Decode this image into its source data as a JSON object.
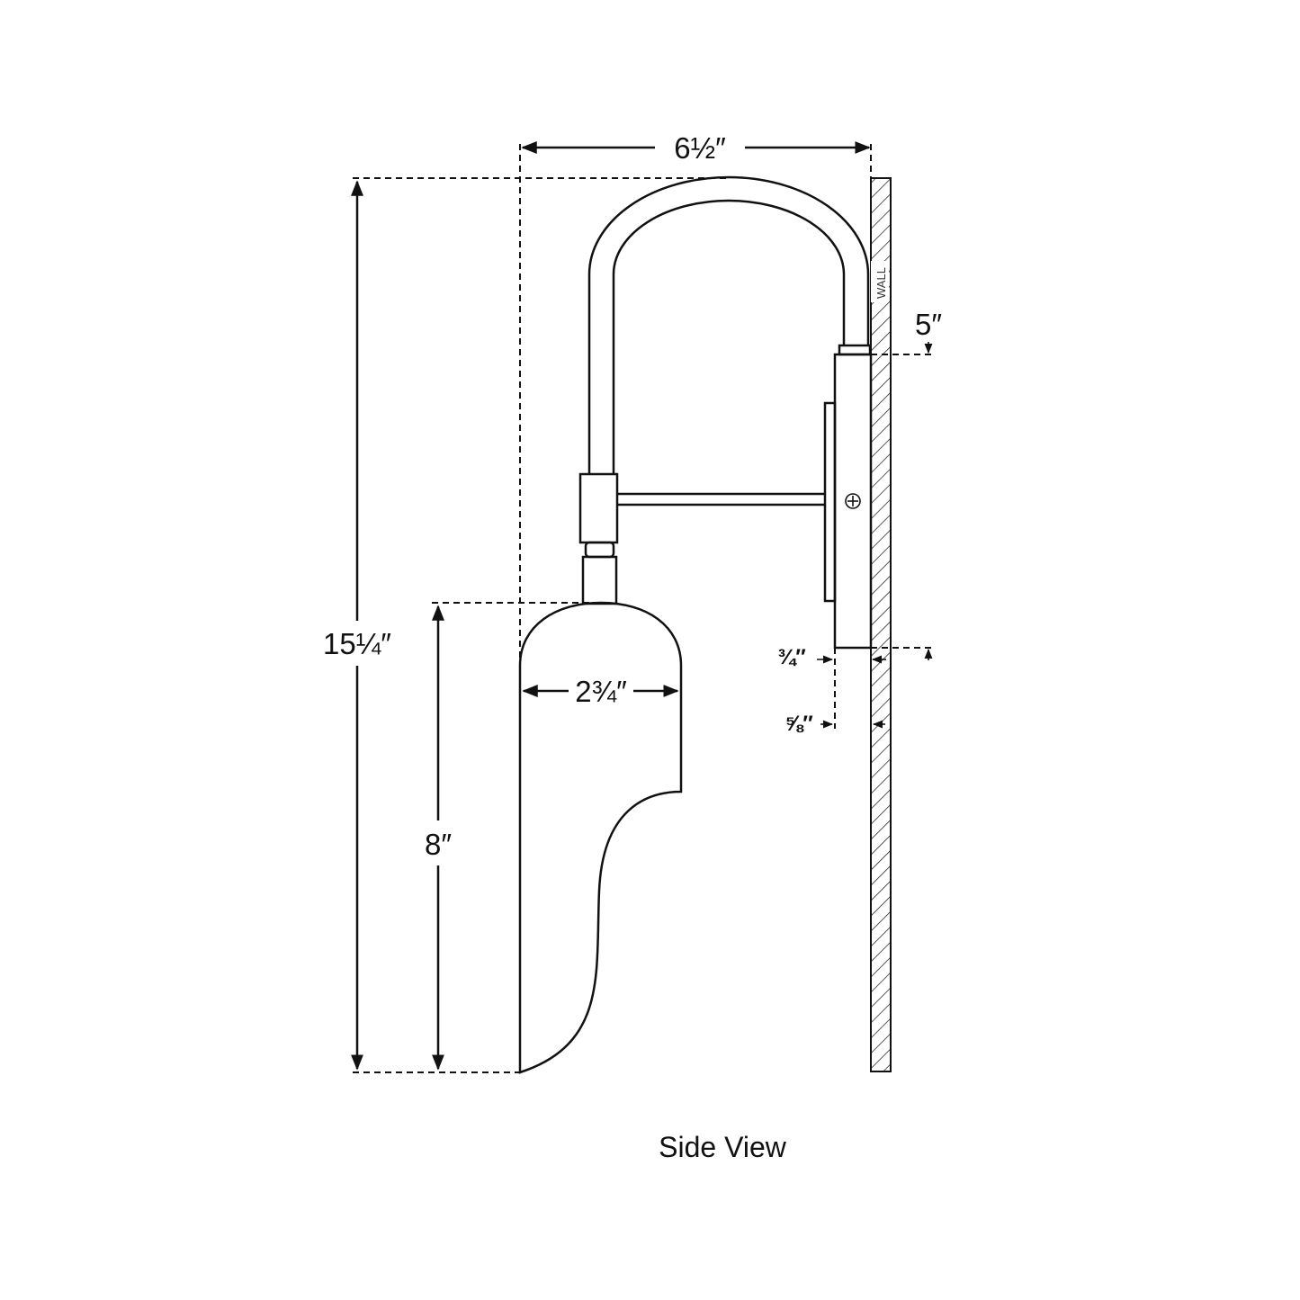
{
  "caption": "Side View",
  "wall_label": "WALL",
  "dimensions": {
    "width": "6½″",
    "height": "15¼″",
    "shade_height": "8″",
    "shade_width": "2¾″",
    "backplate_offset": "5″",
    "backplate_depth": "¾″",
    "canopy_depth": "⅝″"
  },
  "colors": {
    "line": "#111111",
    "background": "#ffffff"
  }
}
